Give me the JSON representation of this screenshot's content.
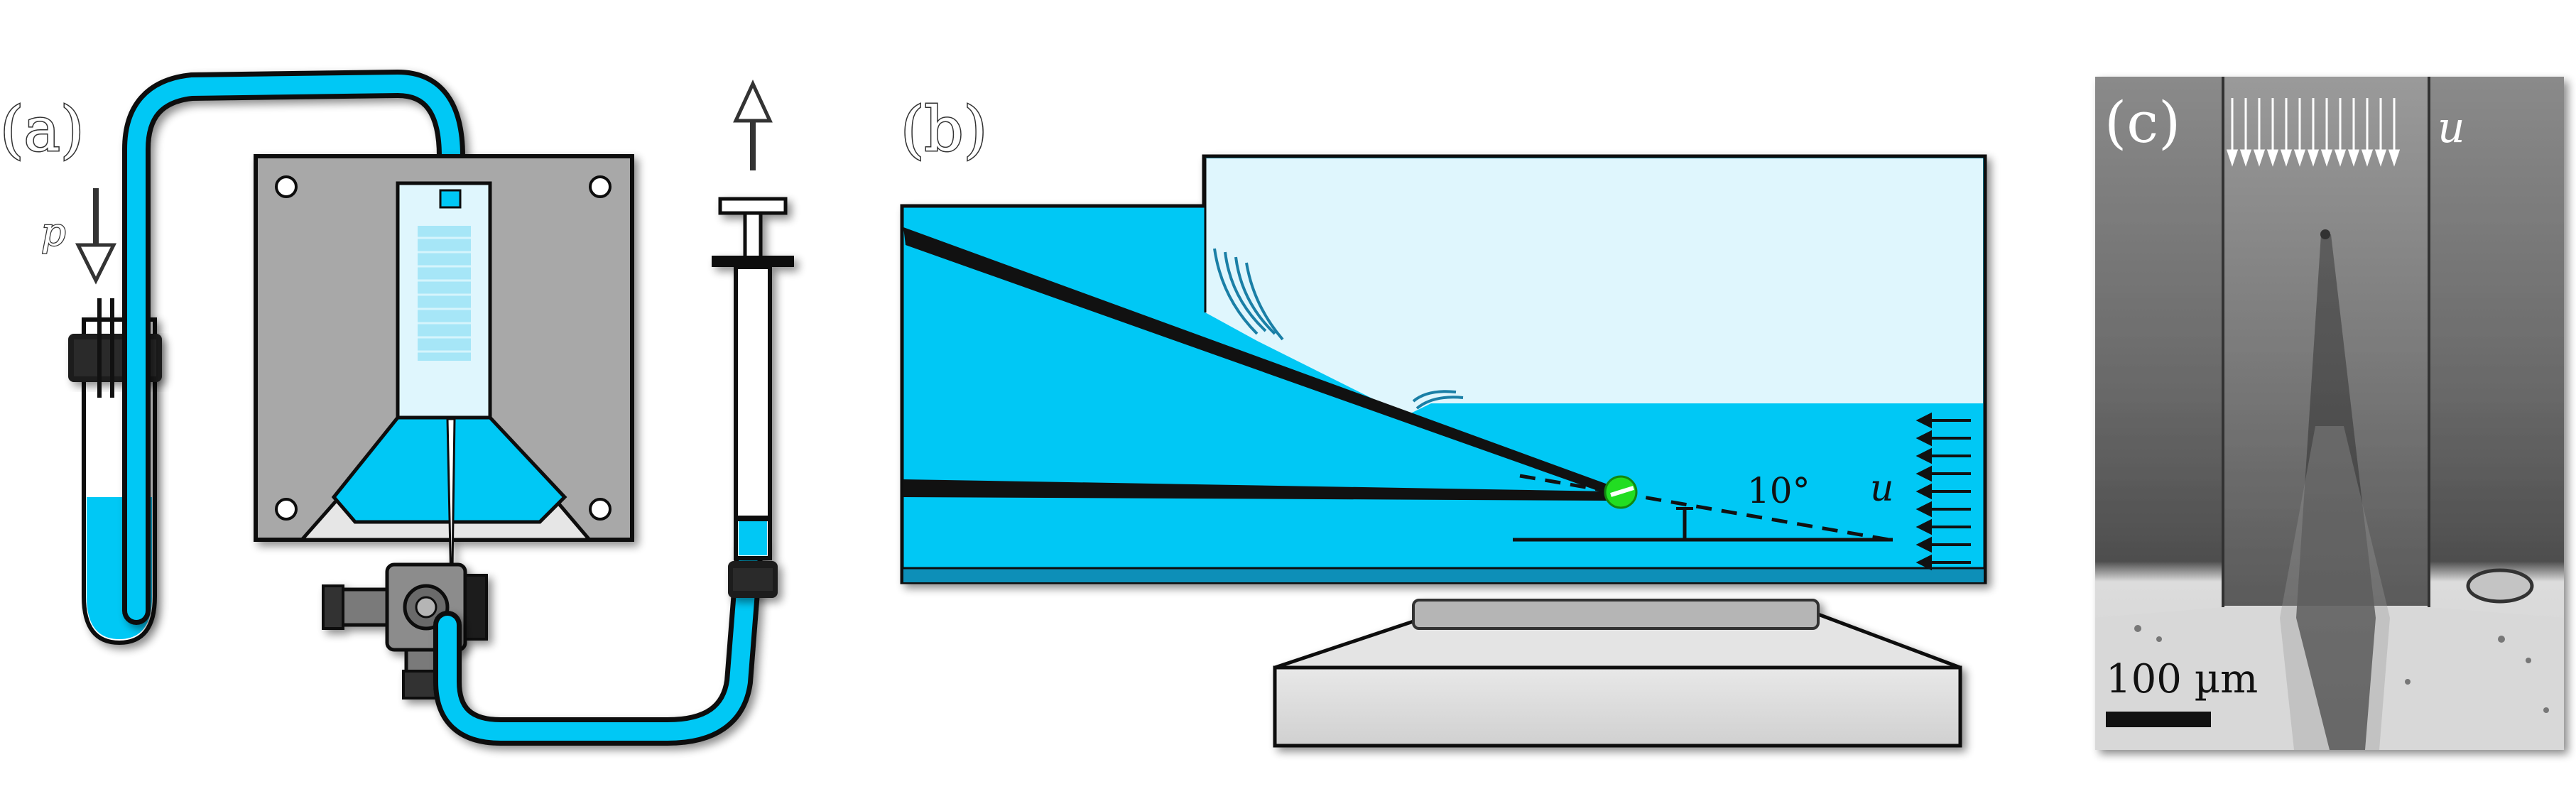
{
  "figure": {
    "panel_a": {
      "label": "(a)",
      "pressure_symbol": "p"
    },
    "panel_b": {
      "label": "(b)",
      "angle_text": "10°",
      "velocity_symbol": "u"
    },
    "panel_c": {
      "label": "(c)",
      "velocity_symbol": "u",
      "scale_bar_text": "100 µm"
    }
  },
  "colors": {
    "liquid_blue": "#00c8f5",
    "light_blue": "#dff6fd",
    "plate_grey": "#a8a8a8",
    "particle_green": "#22dd22",
    "outline": "#111111"
  }
}
